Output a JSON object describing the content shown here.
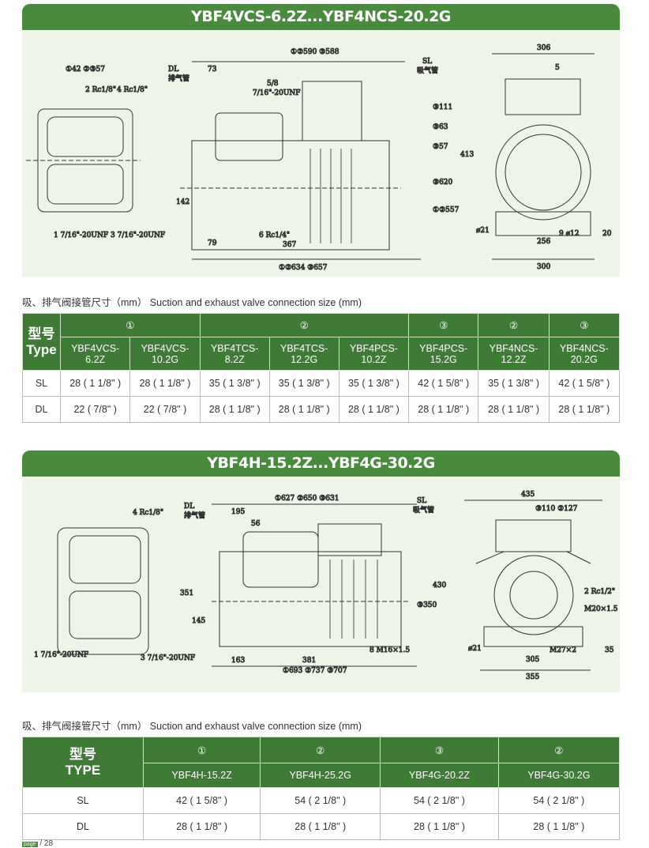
{
  "section1": {
    "title": "YBF4VCS-6.2Z...YBF4NCS-20.2G",
    "labels": {
      "dl": "DL",
      "dl_cn": "排气管",
      "sl": "SL",
      "sl_cn": "吸气管",
      "d590": "①②590 ③588",
      "d73": "73",
      "d58": "5/8",
      "unf": "7/16\"-20UNF",
      "d111": "③111",
      "d63": "③63",
      "d57": "③57",
      "d620": "③620",
      "d557": "①②557",
      "d413": "413",
      "d142": "142",
      "d79": "79",
      "d367": "367",
      "d634": "①②634 ③657",
      "rc14": "6 Rc1/4\"",
      "d306": "306",
      "d5": "5",
      "d21": "ø21",
      "d12": "9 ø12",
      "d256": "256",
      "d300": "300",
      "d20": "20",
      "d42": "①42 ②③57",
      "rc18a": "2 Rc1/8\"",
      "rc18b": "4 Rc1/8\"",
      "p1": "1 7/16\"-20UNF",
      "p3": "3 7/16\"-20UNF"
    },
    "caption": "吸、排气阀接管尺寸（mm） Suction and exhaust valve connection size (mm)",
    "table": {
      "type_cn": "型号",
      "type_en": "Type",
      "groups": [
        {
          "label": "①",
          "span": 2
        },
        {
          "label": "②",
          "span": 3
        },
        {
          "label": "③",
          "span": 1
        },
        {
          "label": "②",
          "span": 1
        },
        {
          "label": "③",
          "span": 1
        }
      ],
      "models": [
        "YBF4VCS-6.2Z",
        "YBF4VCS-10.2G",
        "YBF4TCS-8.2Z",
        "YBF4TCS-12.2G",
        "YBF4PCS-10.2Z",
        "YBF4PCS-15.2G",
        "YBF4NCS-12.2Z",
        "YBF4NCS-20.2G"
      ],
      "rows": [
        {
          "label": "SL",
          "values": [
            "28 ( 1 1/8\" )",
            "28 ( 1 1/8\" )",
            "35 ( 1 3/8\" )",
            "35 ( 1 3/8\" )",
            "35 ( 1 3/8\" )",
            "42 ( 1 5/8\" )",
            "35 ( 1 3/8\" )",
            "42 ( 1 5/8\" )"
          ]
        },
        {
          "label": "DL",
          "values": [
            "22 ( 7/8\" )",
            "22 ( 7/8\" )",
            "28 ( 1 1/8\" )",
            "28 ( 1 1/8\" )",
            "28 ( 1 1/8\" )",
            "28 ( 1 1/8\" )",
            "28 ( 1 1/8\" )",
            "28 ( 1 1/8\" )"
          ]
        }
      ]
    }
  },
  "section2": {
    "title": "YBF4H-15.2Z...YBF4G-30.2G",
    "labels": {
      "dl": "DL",
      "dl_cn": "排气管",
      "sl": "SL",
      "sl_cn": "吸气管",
      "d627": "①627 ②650 ③631",
      "d195": "195",
      "d56": "56",
      "d351": "351",
      "d145": "145",
      "d163": "163",
      "d381": "381",
      "d693": "①693 ②737 ③707",
      "d430": "430",
      "d350": "③350",
      "m16": "8 M16×1.5",
      "d435": "435",
      "d110": "③110 ②127",
      "d305": "305",
      "d355": "355",
      "m20": "M20×1.5",
      "m27": "M27×2",
      "rc12": "2 Rc1/2\"",
      "d35": "35",
      "d21": "ø21",
      "rc18": "4 Rc1/8\"",
      "p1": "1 7/16\"-20UNF",
      "p3": "3 7/16\"-20UNF"
    },
    "caption": "吸、排气阀接管尺寸（mm） Suction and exhaust valve connection size (mm)",
    "table": {
      "type_cn": "型号",
      "type_en": "TYPE",
      "groups": [
        "①",
        "②",
        "③",
        "②"
      ],
      "models": [
        "YBF4H-15.2Z",
        "YBF4H-25.2G",
        "YBF4G-20.2Z",
        "YBF4G-30.2G"
      ],
      "rows": [
        {
          "label": "SL",
          "values": [
            "42 ( 1 5/8\" )",
            "54 ( 2 1/8\" )",
            "54 ( 2 1/8\" )",
            "54 ( 2 1/8\" )"
          ]
        },
        {
          "label": "DL",
          "values": [
            "28 ( 1 1/8\" )",
            "28 ( 1 1/8\" )",
            "28 ( 1 1/8\" )",
            "28 ( 1 1/8\" )"
          ]
        }
      ]
    }
  },
  "footer": {
    "page_box": "page",
    "page_num": "/ 28"
  }
}
